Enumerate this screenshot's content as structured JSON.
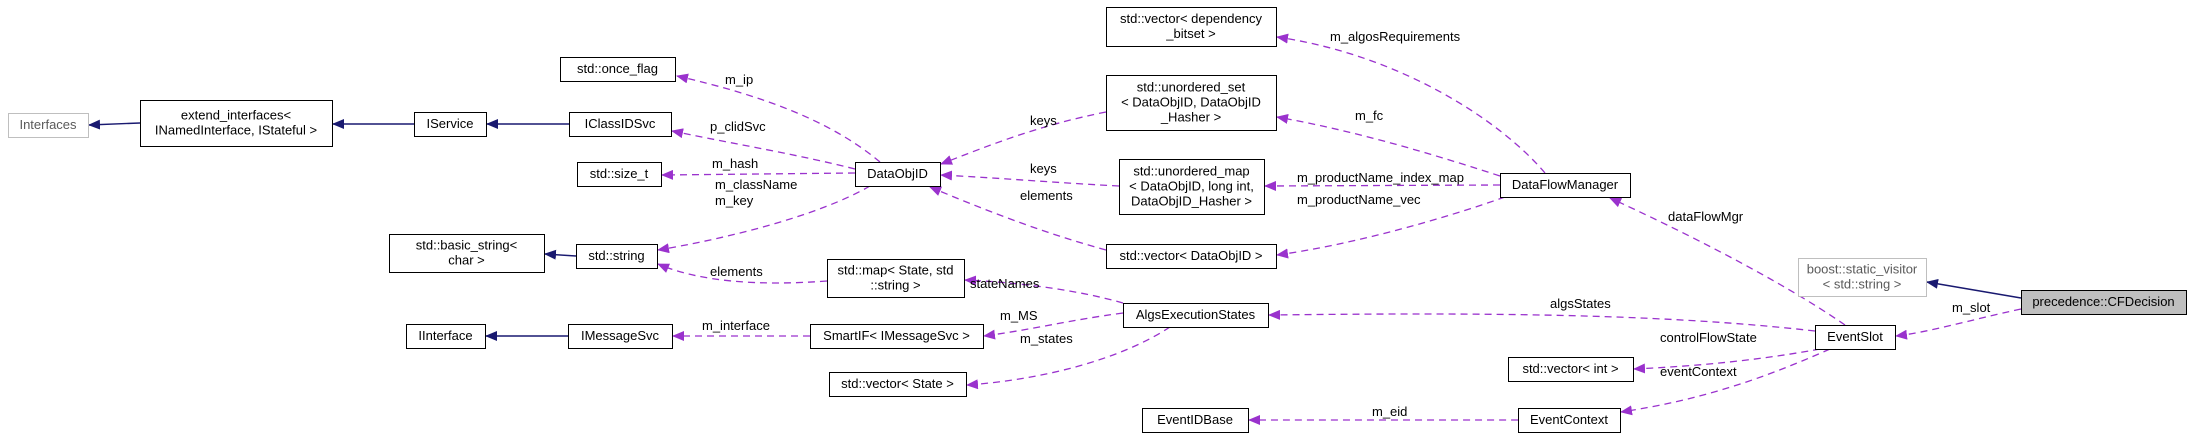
{
  "nodes": [
    {
      "id": "interfaces",
      "lines": [
        "Interfaces"
      ],
      "style": "gray"
    },
    {
      "id": "extend_interfaces",
      "lines": [
        "extend_interfaces<",
        " INamedInterface, IStateful >"
      ],
      "style": "normal"
    },
    {
      "id": "iservice",
      "lines": [
        "IService"
      ],
      "style": "normal"
    },
    {
      "id": "iclassidsvc",
      "lines": [
        "IClassIDSvc"
      ],
      "style": "normal"
    },
    {
      "id": "once_flag",
      "lines": [
        "std::once_flag"
      ],
      "style": "normal"
    },
    {
      "id": "size_t",
      "lines": [
        "std::size_t"
      ],
      "style": "normal"
    },
    {
      "id": "basic_string",
      "lines": [
        "std::basic_string<",
        " char >"
      ],
      "style": "normal"
    },
    {
      "id": "string",
      "lines": [
        "std::string"
      ],
      "style": "normal"
    },
    {
      "id": "iinterface",
      "lines": [
        "IInterface"
      ],
      "style": "normal"
    },
    {
      "id": "imessagesvc",
      "lines": [
        "IMessageSvc"
      ],
      "style": "normal"
    },
    {
      "id": "dataobjid",
      "lines": [
        "DataObjID"
      ],
      "style": "normal"
    },
    {
      "id": "vector_bitset",
      "lines": [
        "std::vector< dependency",
        "_bitset >"
      ],
      "style": "normal"
    },
    {
      "id": "unordered_set",
      "lines": [
        "std::unordered_set",
        "< DataObjID, DataObjID",
        "_Hasher >"
      ],
      "style": "normal"
    },
    {
      "id": "unordered_map",
      "lines": [
        "std::unordered_map",
        "< DataObjID, long int,",
        " DataObjID_Hasher >"
      ],
      "style": "normal"
    },
    {
      "id": "vector_dataobjid",
      "lines": [
        "std::vector< DataObjID >"
      ],
      "style": "normal"
    },
    {
      "id": "map_state",
      "lines": [
        "std::map< State, std",
        "::string >"
      ],
      "style": "normal"
    },
    {
      "id": "smartif",
      "lines": [
        "SmartIF< IMessageSvc >"
      ],
      "style": "normal"
    },
    {
      "id": "vector_state",
      "lines": [
        "std::vector< State >"
      ],
      "style": "normal"
    },
    {
      "id": "algs_exec_states",
      "lines": [
        "AlgsExecutionStates"
      ],
      "style": "normal"
    },
    {
      "id": "dataflowmanager",
      "lines": [
        "DataFlowManager"
      ],
      "style": "normal"
    },
    {
      "id": "static_visitor",
      "lines": [
        "boost::static_visitor",
        "< std::string >"
      ],
      "style": "gray"
    },
    {
      "id": "cfdecision",
      "lines": [
        "precedence::CFDecision"
      ],
      "style": "focus"
    },
    {
      "id": "eventslot",
      "lines": [
        "EventSlot"
      ],
      "style": "normal"
    },
    {
      "id": "vector_int",
      "lines": [
        "std::vector< int >"
      ],
      "style": "normal"
    },
    {
      "id": "eventidbase",
      "lines": [
        "EventIDBase"
      ],
      "style": "normal"
    },
    {
      "id": "eventcontext",
      "lines": [
        "EventContext"
      ],
      "style": "normal"
    }
  ],
  "edges": [
    {
      "id": "e-extend-interfaces",
      "from": "extend_interfaces",
      "to": "interfaces",
      "kind": "inherit",
      "label": ""
    },
    {
      "id": "e-iservice-extend",
      "from": "iservice",
      "to": "extend_interfaces",
      "kind": "inherit",
      "label": ""
    },
    {
      "id": "e-iclassid-iservice",
      "from": "iclassidsvc",
      "to": "iservice",
      "kind": "inherit",
      "label": ""
    },
    {
      "id": "e-string-basic",
      "from": "string",
      "to": "basic_string",
      "kind": "inherit",
      "label": ""
    },
    {
      "id": "e-imsg-iinterface",
      "from": "imessagesvc",
      "to": "iinterface",
      "kind": "inherit",
      "label": ""
    },
    {
      "id": "e-cfdecision-visitor",
      "from": "cfdecision",
      "to": "static_visitor",
      "kind": "inherit",
      "label": ""
    },
    {
      "id": "e-m-ip",
      "from": "dataobjid",
      "to": "once_flag",
      "kind": "use",
      "label": "m_ip"
    },
    {
      "id": "e-p-clidsvc",
      "from": "dataobjid",
      "to": "iclassidsvc",
      "kind": "use",
      "label": "p_clidSvc"
    },
    {
      "id": "e-m-hash",
      "from": "dataobjid",
      "to": "size_t",
      "kind": "use",
      "label": "m_hash"
    },
    {
      "id": "e-m-classname",
      "from": "dataobjid",
      "to": "string",
      "kind": "use",
      "label": "m_className\nm_key"
    },
    {
      "id": "e-keys-set",
      "from": "unordered_set",
      "to": "dataobjid",
      "kind": "use",
      "label": "keys"
    },
    {
      "id": "e-keys-map",
      "from": "unordered_map",
      "to": "dataobjid",
      "kind": "use",
      "label": "keys"
    },
    {
      "id": "e-elements-vec",
      "from": "vector_dataobjid",
      "to": "dataobjid",
      "kind": "use",
      "label": "elements"
    },
    {
      "id": "e-elements-map",
      "from": "map_state",
      "to": "string",
      "kind": "use",
      "label": "elements"
    },
    {
      "id": "e-m-interface",
      "from": "smartif",
      "to": "imessagesvc",
      "kind": "use",
      "label": "m_interface"
    },
    {
      "id": "e-algos-req",
      "from": "dataflowmanager",
      "to": "vector_bitset",
      "kind": "use",
      "label": "m_algosRequirements"
    },
    {
      "id": "e-m-fc",
      "from": "dataflowmanager",
      "to": "unordered_set",
      "kind": "use",
      "label": "m_fc"
    },
    {
      "id": "e-index-map",
      "from": "dataflowmanager",
      "to": "unordered_map",
      "kind": "use",
      "label": "m_productName_index_map"
    },
    {
      "id": "e-name-vec",
      "from": "dataflowmanager",
      "to": "vector_dataobjid",
      "kind": "use",
      "label": "m_productName_vec"
    },
    {
      "id": "e-state-names",
      "from": "algs_exec_states",
      "to": "map_state",
      "kind": "use",
      "label": "stateNames"
    },
    {
      "id": "e-m-ms",
      "from": "algs_exec_states",
      "to": "smartif",
      "kind": "use",
      "label": "m_MS"
    },
    {
      "id": "e-m-states",
      "from": "algs_exec_states",
      "to": "vector_state",
      "kind": "use",
      "label": "m_states"
    },
    {
      "id": "e-dataflowmgr",
      "from": "eventslot",
      "to": "dataflowmanager",
      "kind": "use",
      "label": "dataFlowMgr"
    },
    {
      "id": "e-algs-states",
      "from": "eventslot",
      "to": "algs_exec_states",
      "kind": "use",
      "label": "algsStates"
    },
    {
      "id": "e-control-flow",
      "from": "eventslot",
      "to": "vector_int",
      "kind": "use",
      "label": "controlFlowState"
    },
    {
      "id": "e-event-context",
      "from": "eventslot",
      "to": "eventcontext",
      "kind": "use",
      "label": "eventContext"
    },
    {
      "id": "e-m-eid",
      "from": "eventcontext",
      "to": "eventidbase",
      "kind": "use",
      "label": "m_eid"
    },
    {
      "id": "e-m-slot",
      "from": "cfdecision",
      "to": "eventslot",
      "kind": "use",
      "label": "m_slot"
    }
  ],
  "colors": {
    "inherit_edge": "#191970",
    "use_edge": "#9a32cd",
    "focus_fill": "#bfbfbf",
    "gray_border": "#bfbfbf"
  }
}
